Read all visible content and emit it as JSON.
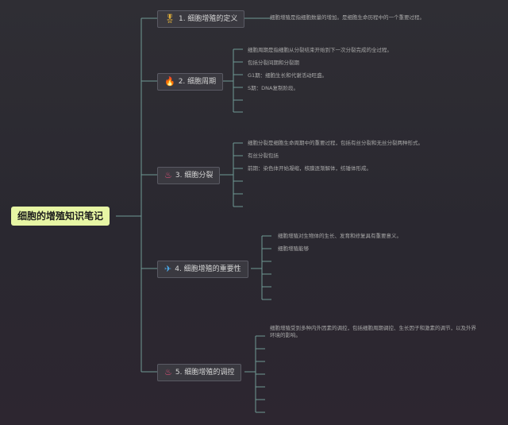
{
  "root": {
    "label": "细胞的增殖知识笔记"
  },
  "branches": [
    {
      "label": "1. 细胞增殖的定义",
      "icon": "🎖",
      "icon_name": "medal-icon",
      "icon_color": "#e7b53a",
      "details": [
        "细胞增殖是指细胞数量的增加。是细胞生命历程中的一个重要过程。"
      ]
    },
    {
      "label": "2. 细胞周期",
      "icon": "🔥",
      "icon_name": "flame-icon",
      "icon_color": "#e2482f",
      "details": [
        "细胞周期是指细胞从分裂结束开始到下一次分裂完成的全过程。",
        "包括分裂间期和分裂期",
        "G1期：细胞生长和代谢活动旺盛。",
        "S期：DNA复制阶段。"
      ]
    },
    {
      "label": "3. 细胞分裂",
      "icon": "♨",
      "icon_name": "swirl-icon",
      "icon_color": "#e2507a",
      "details": [
        "细胞分裂是细胞生命周期中的重要过程，包括有丝分裂和无丝分裂两种形式。",
        "有丝分裂包括",
        "前期：染色体开始凝缩，核膜逐渐解体，纺锤体形成。"
      ]
    },
    {
      "label": "4. 细胞增殖的重要性",
      "icon": "✈",
      "icon_name": "paper-plane-icon",
      "icon_color": "#4aa7e6",
      "details": [
        "细胞增殖对生物体的生长、发育和修复具有重要意义。",
        "细胞增殖能够"
      ]
    },
    {
      "label": "5. 细胞增殖的调控",
      "icon": "♨",
      "icon_name": "swirl-icon",
      "icon_color": "#e2507a",
      "details": [
        "细胞增殖受到多种内外因素的调控，包括细胞周期调控、生长因子和激素的调节，以及外界环境的影响。"
      ]
    }
  ]
}
